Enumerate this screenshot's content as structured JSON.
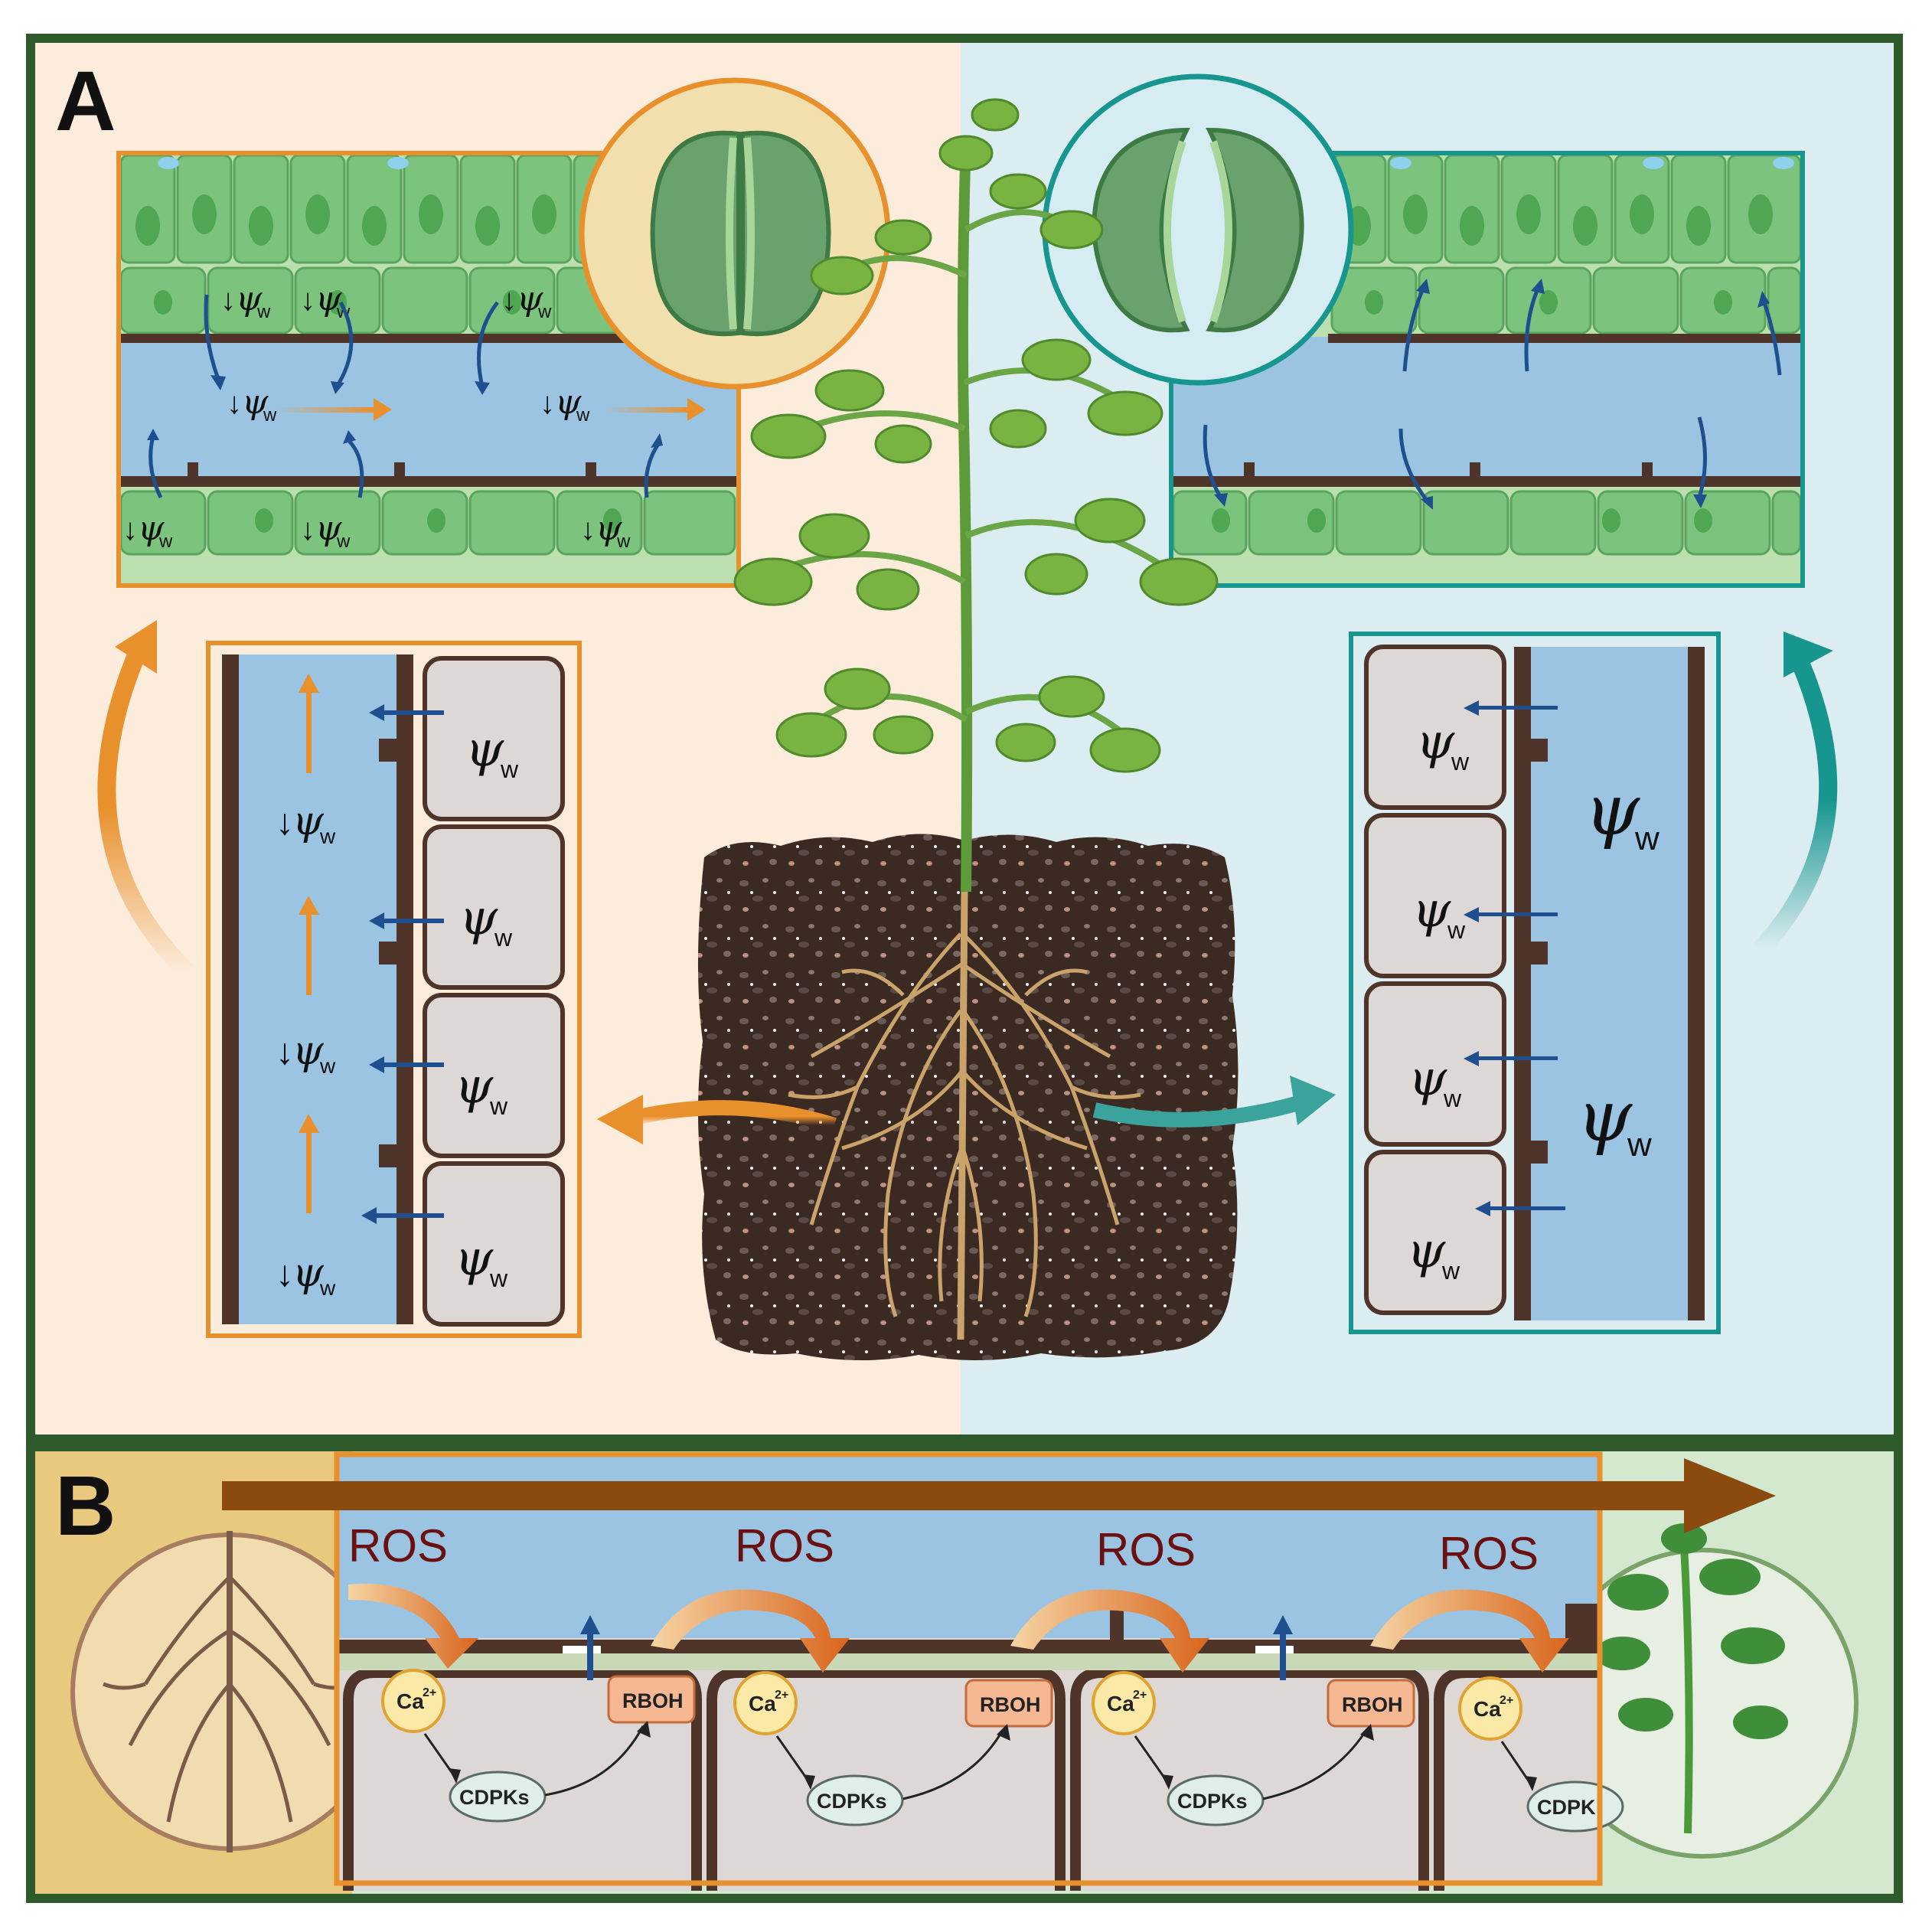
{
  "panels": {
    "a_label": "A",
    "b_label": "B"
  },
  "symbols": {
    "psi": "ψ",
    "psi_sub": "w",
    "decrease_arrow": "↓"
  },
  "panel_b": {
    "ros_label": "ROS",
    "ca_label": "Ca",
    "ca_charge": "2+",
    "rboh_label": "RBOH",
    "cdpk_label": "CDPKs",
    "cdpk_truncated": "CDPK"
  },
  "colors": {
    "drought_orange": "#e8902c",
    "watered_teal": "#16968e",
    "frame_green": "#2f5a2c",
    "xylem_blue": "#9bc4e2",
    "cell_green": "#76c27a",
    "cell_grey": "#ddd8d6",
    "wall_brown": "#4e3429",
    "soil_dark": "#3a2a22",
    "ros_red": "#6b1010"
  }
}
